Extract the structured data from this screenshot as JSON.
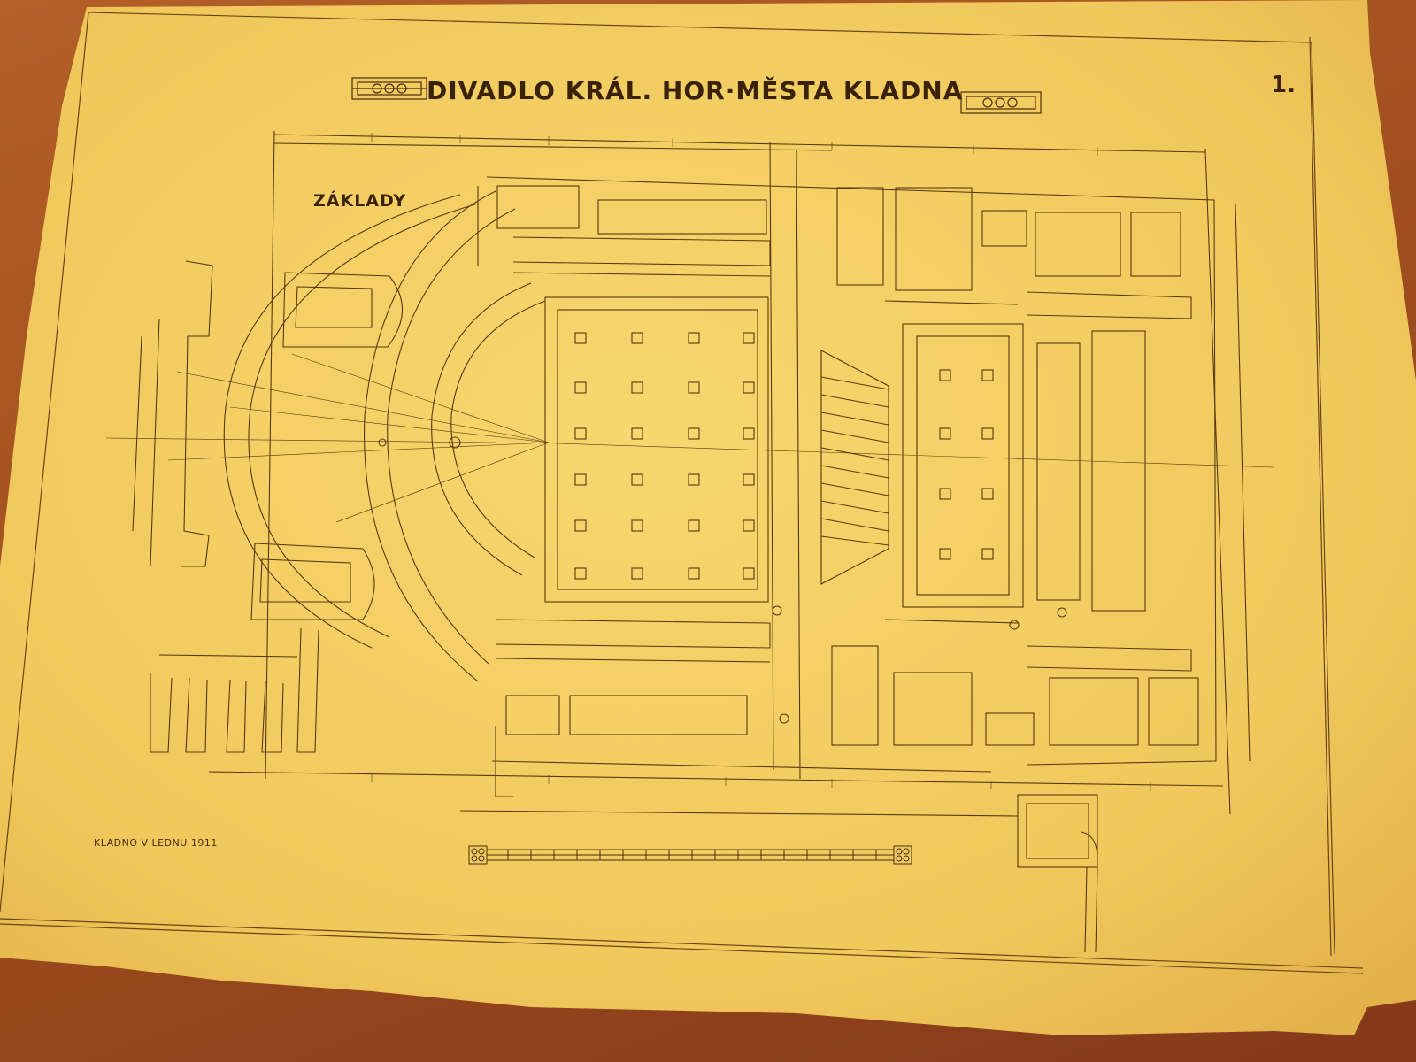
{
  "drawing": {
    "title": "DIVADLO KRÁL. HOR·MĚSTA KLADNA",
    "sheet_number": "1.",
    "plan_label": "ZÁKLADY",
    "place_date": "KLADNO V LEDNU 1911"
  },
  "colors": {
    "paper": "#f2cc62",
    "paper_edge": "#e9bd52",
    "ink": "#5a3810",
    "table": "#9c4b1d"
  },
  "icons": {
    "title_ornament_left": "ornament-icon",
    "title_ornament_right": "ornament-icon",
    "scale_bar": "scale-bar-icon"
  }
}
